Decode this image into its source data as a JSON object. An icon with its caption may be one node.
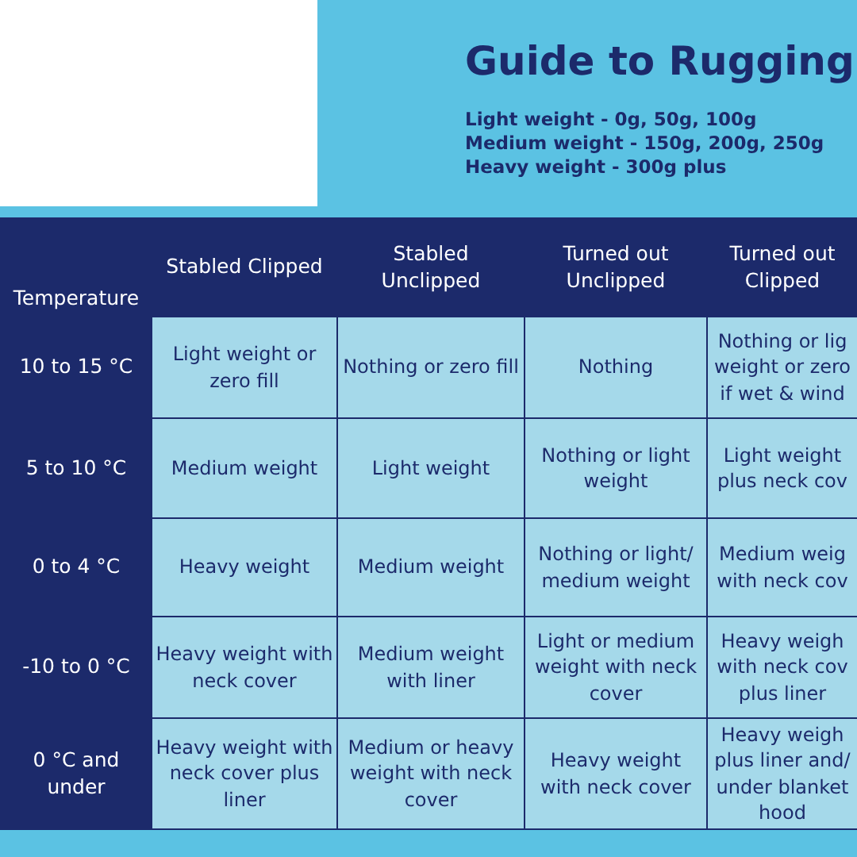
{
  "diagram": {
    "title": "Guide to Rugging",
    "labels": [
      "Light weight - 0g, 50g, 100g",
      "Medium weight - 150g, 200g, 250g",
      "Heavy weight - 300g plus",
      "Temperature",
      "Stabled Clipped",
      "Stabled Unclipped",
      "Turned out Unclipped",
      "Turned out Clipped",
      "10 to 15 °C",
      "Light weight or zero fill",
      "Nothing or zero fill",
      "Nothing",
      "Nothing or lig weight or zero if wet & wind",
      "5 to 10 °C",
      "Medium weight",
      "Light weight",
      "Nothing or light weight",
      "Light weight plus neck cov",
      "0 to 4 °C",
      "Heavy weight",
      "Medium weight",
      "Nothing or light/ medium weight",
      "Medium weig with neck cov",
      "-10 to 0 °C",
      "Heavy weight with neck cover",
      "Medium weight with liner",
      "Light or medium weight with neck cover",
      "Heavy weigh with neck cov plus liner",
      "0 °C and under",
      "Heavy weight with neck cover plus liner",
      "Medium or heavy weight with neck cover",
      "Heavy weight with neck cover",
      "Heavy weigh plus liner and/ under blanket hood"
    ]
  }
}
